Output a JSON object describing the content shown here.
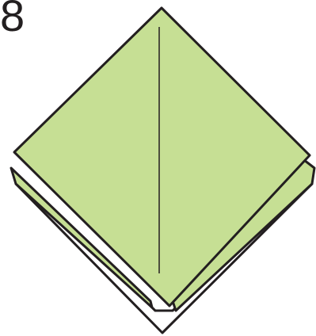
{
  "step": {
    "number": "8"
  },
  "colors": {
    "paper_color_side": "#c6df94",
    "paper_white_side": "#ffffff",
    "outline": "#231f20",
    "background": "#ffffff"
  },
  "figure": {
    "subject": "origami-step-diagram",
    "layers": [
      "back-white-layer",
      "middle-green-layer",
      "front-green-flap"
    ],
    "marks": [
      "center-crease-line"
    ]
  }
}
